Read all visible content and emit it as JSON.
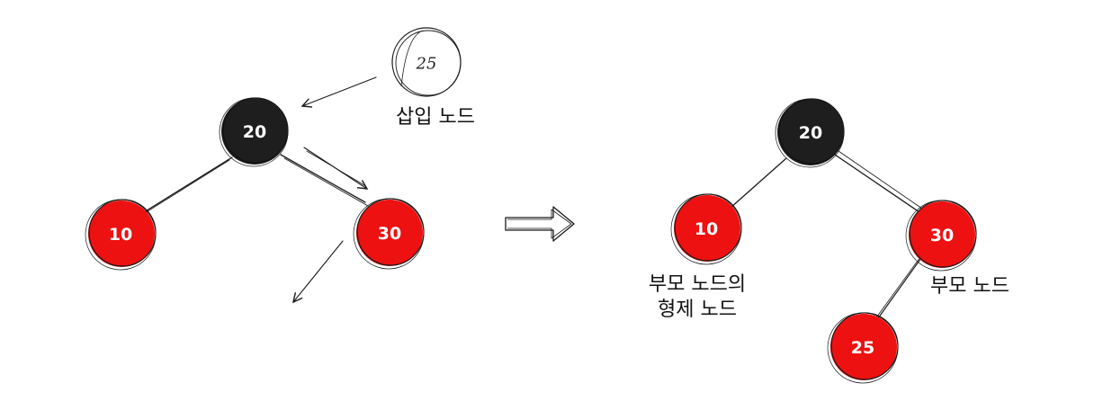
{
  "colors": {
    "black_node": "#1e1e1e",
    "red_node": "#ee1111",
    "stroke": "#1a1a1a",
    "background": "#ffffff"
  },
  "before": {
    "root": "20",
    "left": "10",
    "right": "30",
    "inserting": "25",
    "insert_caption": "삽입 노드"
  },
  "after": {
    "root": "20",
    "left": "10",
    "right": "30",
    "new_child": "25",
    "uncle_caption_line1": "부모 노드의",
    "uncle_caption_line2": "형제 노드",
    "parent_caption": "부모 노드"
  },
  "transition_arrow": "right-arrow-icon"
}
